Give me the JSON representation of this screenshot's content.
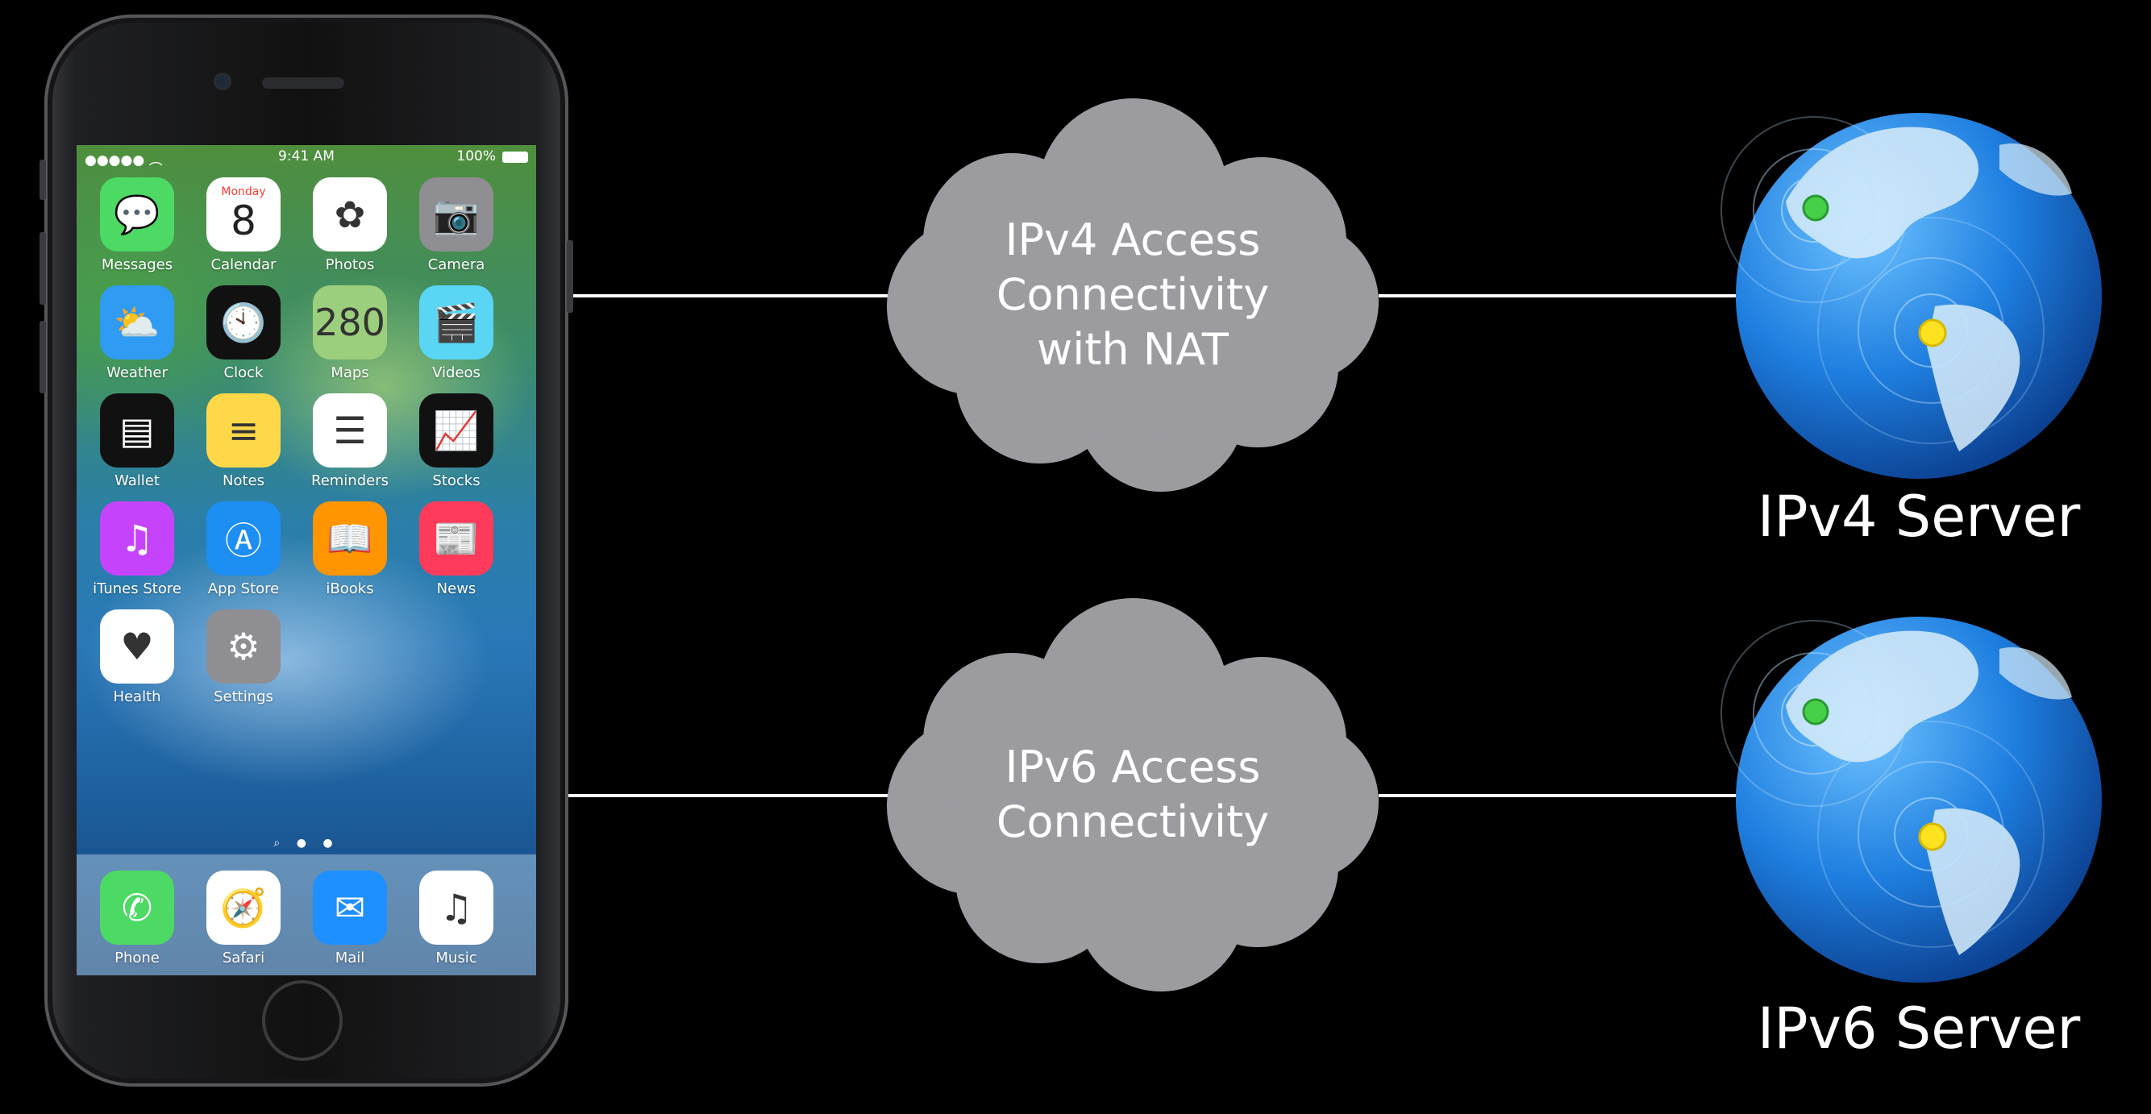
{
  "status_bar": {
    "signal": "●●●●● ︵",
    "time": "9:41 AM",
    "battery": "100%"
  },
  "home_screen": {
    "apps": [
      {
        "label": "Messages",
        "icon": "messages-icon",
        "color": "#4cd964",
        "glyph": "💬"
      },
      {
        "label": "Calendar",
        "icon": "calendar-icon",
        "color": "#ffffff",
        "glyph": "8",
        "sub": "Monday"
      },
      {
        "label": "Photos",
        "icon": "photos-icon",
        "color": "#ffffff",
        "glyph": "✿"
      },
      {
        "label": "Camera",
        "icon": "camera-icon",
        "color": "#8e8e93",
        "glyph": "📷"
      },
      {
        "label": "Weather",
        "icon": "weather-icon",
        "color": "#2f9bf2",
        "glyph": "⛅"
      },
      {
        "label": "Clock",
        "icon": "clock-icon",
        "color": "#111111",
        "glyph": "🕙"
      },
      {
        "label": "Maps",
        "icon": "maps-icon",
        "color": "#9ccf7d",
        "glyph": "280"
      },
      {
        "label": "Videos",
        "icon": "videos-icon",
        "color": "#5ad5f3",
        "glyph": "🎬"
      },
      {
        "label": "Wallet",
        "icon": "wallet-icon",
        "color": "#111111",
        "glyph": "▤"
      },
      {
        "label": "Notes",
        "icon": "notes-icon",
        "color": "#ffd84a",
        "glyph": "≡"
      },
      {
        "label": "Reminders",
        "icon": "reminders-icon",
        "color": "#ffffff",
        "glyph": "☰"
      },
      {
        "label": "Stocks",
        "icon": "stocks-icon",
        "color": "#111111",
        "glyph": "📈"
      },
      {
        "label": "iTunes Store",
        "icon": "itunes-store-icon",
        "color": "#c643fc",
        "glyph": "♫"
      },
      {
        "label": "App Store",
        "icon": "app-store-icon",
        "color": "#1d8ef2",
        "glyph": "Ⓐ"
      },
      {
        "label": "iBooks",
        "icon": "ibooks-icon",
        "color": "#ff9500",
        "glyph": "📖"
      },
      {
        "label": "News",
        "icon": "news-icon",
        "color": "#ff3b5c",
        "glyph": "📰"
      },
      {
        "label": "Health",
        "icon": "health-icon",
        "color": "#ffffff",
        "glyph": "♥"
      },
      {
        "label": "Settings",
        "icon": "settings-icon",
        "color": "#8e8e93",
        "glyph": "⚙"
      }
    ],
    "page_dots": "⌕ ● ●",
    "dock": [
      {
        "label": "Phone",
        "icon": "phone-icon",
        "color": "#4cd964",
        "glyph": "✆"
      },
      {
        "label": "Safari",
        "icon": "safari-icon",
        "color": "#ffffff",
        "glyph": "🧭"
      },
      {
        "label": "Mail",
        "icon": "mail-icon",
        "color": "#1e90ff",
        "glyph": "✉"
      },
      {
        "label": "Music",
        "icon": "music-icon",
        "color": "#ffffff",
        "glyph": "♫"
      }
    ]
  },
  "diagram": {
    "cloud_top": {
      "lines": [
        "IPv4 Access",
        "Connectivity",
        "with NAT"
      ],
      "color": "#9b9ba0"
    },
    "cloud_bottom": {
      "lines": [
        "IPv6 Access",
        "Connectivity"
      ],
      "color": "#9b9ba0"
    },
    "server_top": {
      "label": "IPv4 Server",
      "icon": "globe-server-icon"
    },
    "server_bottom": {
      "label": "IPv6 Server",
      "icon": "globe-server-icon"
    },
    "line_color": "#ffffff"
  }
}
